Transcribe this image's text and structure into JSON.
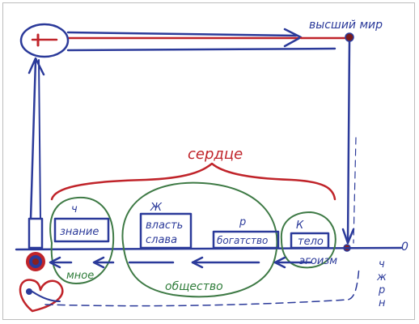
{
  "labels": {
    "higher_world": "высший мир",
    "heart": "сердце",
    "knowledge_letter": "ч",
    "knowledge": "знание",
    "power_letter": "Ж",
    "power_line1": "власть",
    "power_line2": "слава",
    "wealth_letter": "р",
    "wealth": "богатство",
    "body_letter": "К",
    "body": "тело",
    "egoism": "эгоизм",
    "zero": "0",
    "mine": "мное",
    "society": "общество",
    "side_letters": [
      "ч",
      "ж",
      "р",
      "н"
    ]
  },
  "colors": {
    "blue_ink": "#2b3a9a",
    "red_ink": "#c0242a",
    "green_ink": "#3e7a45"
  }
}
